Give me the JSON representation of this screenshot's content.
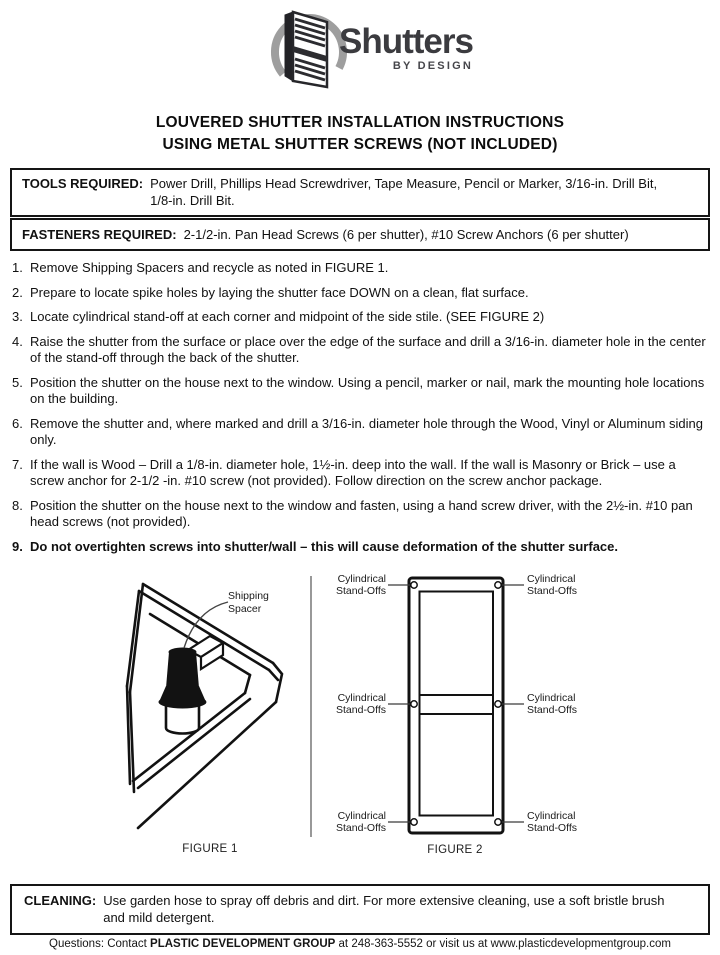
{
  "logo": {
    "brand": "Shutters",
    "tagline": "BY DESIGN"
  },
  "title": {
    "line1": "LOUVERED SHUTTER INSTALLATION INSTRUCTIONS",
    "line2": "USING METAL SHUTTER SCREWS (NOT INCLUDED)"
  },
  "tools_box": {
    "label": "TOOLS REQUIRED:",
    "line1": "Power Drill, Phillips Head Screwdriver, Tape Measure, Pencil or Marker, 3/16-in. Drill Bit,",
    "line2": "1/8-in. Drill Bit."
  },
  "fasteners_box": {
    "label": "FASTENERS REQUIRED:",
    "text": "2-1/2-in. Pan Head Screws (6 per shutter), #10 Screw Anchors (6 per shutter)"
  },
  "instructions": {
    "items": [
      "Remove Shipping Spacers and recycle as noted in FIGURE 1.",
      "Prepare to locate spike holes by laying the shutter face DOWN on a clean, flat surface.",
      "Locate cylindrical stand-off at each corner and midpoint of the side stile. (SEE FIGURE 2)",
      "Raise the shutter from the surface or place over the edge of the surface and drill a 3/16-in. diameter hole in the center of the stand-off through the back of the shutter.",
      "Position the shutter on the house next to the window. Using a pencil, marker or nail, mark the mounting hole locations on the building.",
      "Remove the shutter and, where marked and drill a 3/16-in. diameter hole through the Wood, Vinyl or Aluminum siding only.",
      "If the wall is Wood – Drill a 1/8-in. diameter hole, 1½-in. deep into the wall. If the wall is Masonry or Brick – use a screw anchor for 2-1/2 -in. #10 screw (not provided). Follow direction on the screw anchor package.",
      "Position the shutter on the house next to the window and fasten, using a hand screw driver, with the 2½-in. #10 pan head screws (not provided).",
      "Do not overtighten screws into shutter/wall – this will cause deformation of the shutter surface."
    ],
    "numbers": [
      "1.",
      "2.",
      "3.",
      "4.",
      "5.",
      "6.",
      "7.",
      "8.",
      "9."
    ]
  },
  "figure1": {
    "caption": "FIGURE 1",
    "label_line1": "Shipping",
    "label_line2": "Spacer"
  },
  "figure2": {
    "caption": "FIGURE 2",
    "label_line1": "Cylindrical",
    "label_line2": "Stand-Offs"
  },
  "cleaning_box": {
    "label": "CLEANING:",
    "line1": "Use garden hose to spray off debris and dirt. For more extensive cleaning, use a soft bristle brush",
    "line2": "and mild detergent."
  },
  "footer": {
    "prefix": "Questions: Contact ",
    "brand": "PLASTIC DEVELOPMENT GROUP",
    "suffix": " at 248-363-5552 or visit us at www.plasticdevelopmentgroup.com"
  },
  "colors": {
    "ink": "#111111",
    "logo_gray": "#9e9e9e",
    "logo_dark": "#2c2c30"
  }
}
